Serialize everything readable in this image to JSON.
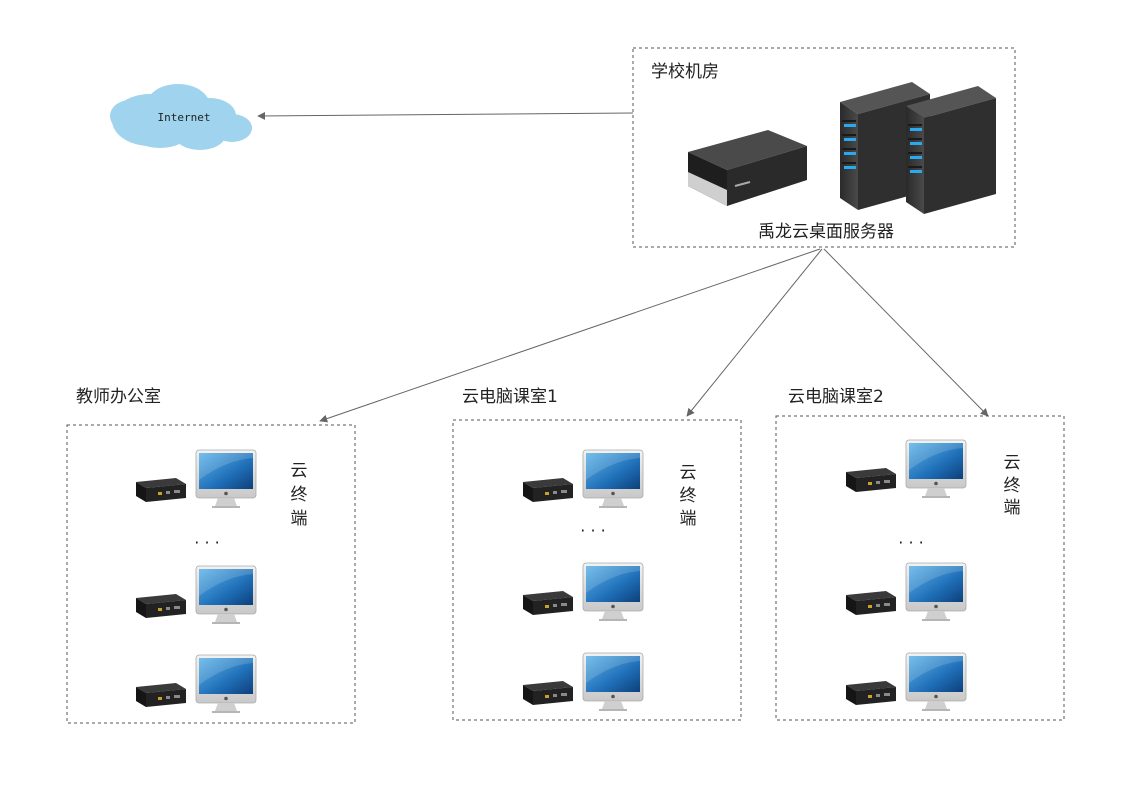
{
  "internet": {
    "label": "Internet"
  },
  "server_room": {
    "title": "学校机房",
    "caption": "禹龙云桌面服务器"
  },
  "groups": [
    {
      "title": "教师办公室",
      "terminal_label": [
        "云",
        "终",
        "端"
      ],
      "ellipsis": "· · ·"
    },
    {
      "title": "云电脑课室1",
      "terminal_label": [
        "云",
        "终",
        "端"
      ],
      "ellipsis": "· · ·"
    },
    {
      "title": "云电脑课室2",
      "terminal_label": [
        "云",
        "终",
        "端"
      ],
      "ellipsis": "· · ·"
    }
  ],
  "colors": {
    "cloud": "#9fd3ee",
    "cloud_dark": "#7cc0e4",
    "server_body": "#3a3a3a",
    "server_led": "#2aa8f0",
    "line": "#666666",
    "border": "#555555"
  }
}
